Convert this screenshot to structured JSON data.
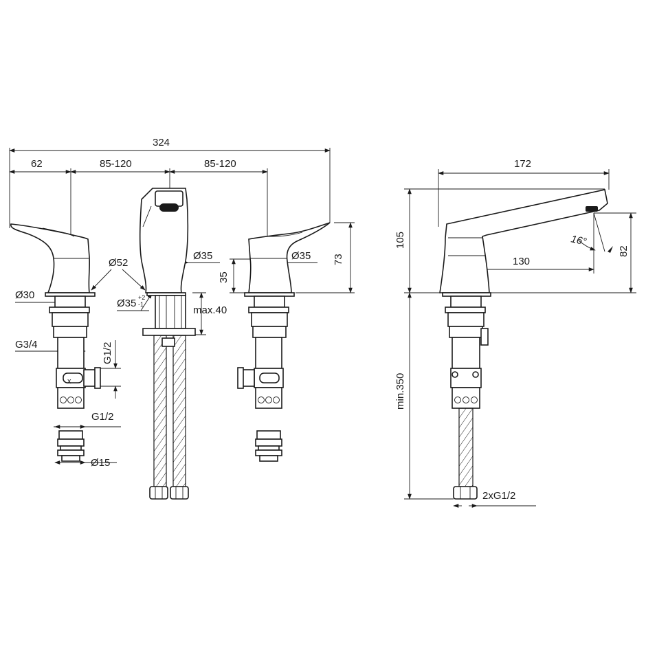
{
  "dimensions": {
    "overall_width": "324",
    "left_offset": "62",
    "spacing_left": "85-120",
    "spacing_right": "85-120",
    "dia_spout_base": "Ø35",
    "dia_handle_base": "Ø35",
    "dia_52": "Ø52",
    "dia_30": "Ø30",
    "dia_35_tol": "Ø35",
    "tol_plus": "+2",
    "tol_minus": "-1",
    "max_thickness": "max.40",
    "height_35": "35",
    "height_73": "73",
    "thread_g34": "G3/4",
    "thread_g12_valve": "G1/2",
    "thread_g12_adapter": "G1/2",
    "dia_15": "Ø15",
    "side_width": "172",
    "side_height": "105",
    "side_reach": "130",
    "side_spout_height": "82",
    "spout_angle": "16°",
    "hose_length": "min.350",
    "hose_thread": "2xG1/2"
  },
  "colors": {
    "line": "#1a1a1a",
    "background": "#ffffff"
  }
}
